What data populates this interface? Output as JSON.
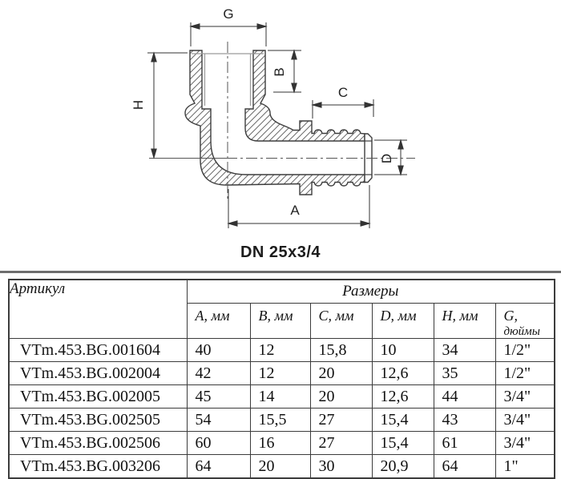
{
  "drawing": {
    "caption": "DN 25x3/4",
    "dim_labels": {
      "g": "G",
      "h": "H",
      "b": "B",
      "c": "C",
      "d": "D",
      "a": "A"
    }
  },
  "table": {
    "article_header": "Артикул",
    "sizes_header": "Размеры",
    "columns": [
      "A, мм",
      "B, мм",
      "C, мм",
      "D, мм",
      "H, мм"
    ],
    "g_column_line1": "G,",
    "g_column_line2": "дюймы",
    "rows": [
      {
        "article": "VTm.453.BG.001604",
        "a": "40",
        "b": "12",
        "c": "15,8",
        "d": "10",
        "h": "34",
        "g": "1/2\""
      },
      {
        "article": "VTm.453.BG.002004",
        "a": "42",
        "b": "12",
        "c": "20",
        "d": "12,6",
        "h": "35",
        "g": "1/2\""
      },
      {
        "article": "VTm.453.BG.002005",
        "a": "45",
        "b": "14",
        "c": "20",
        "d": "12,6",
        "h": "44",
        "g": "3/4\""
      },
      {
        "article": "VTm.453.BG.002505",
        "a": "54",
        "b": "15,5",
        "c": "27",
        "d": "15,4",
        "h": "43",
        "g": "3/4\""
      },
      {
        "article": "VTm.453.BG.002506",
        "a": "60",
        "b": "16",
        "c": "27",
        "d": "15,4",
        "h": "61",
        "g": "3/4\""
      },
      {
        "article": "VTm.453.BG.003206",
        "a": "64",
        "b": "20",
        "c": "30",
        "d": "20,9",
        "h": "64",
        "g": "1\""
      }
    ]
  }
}
